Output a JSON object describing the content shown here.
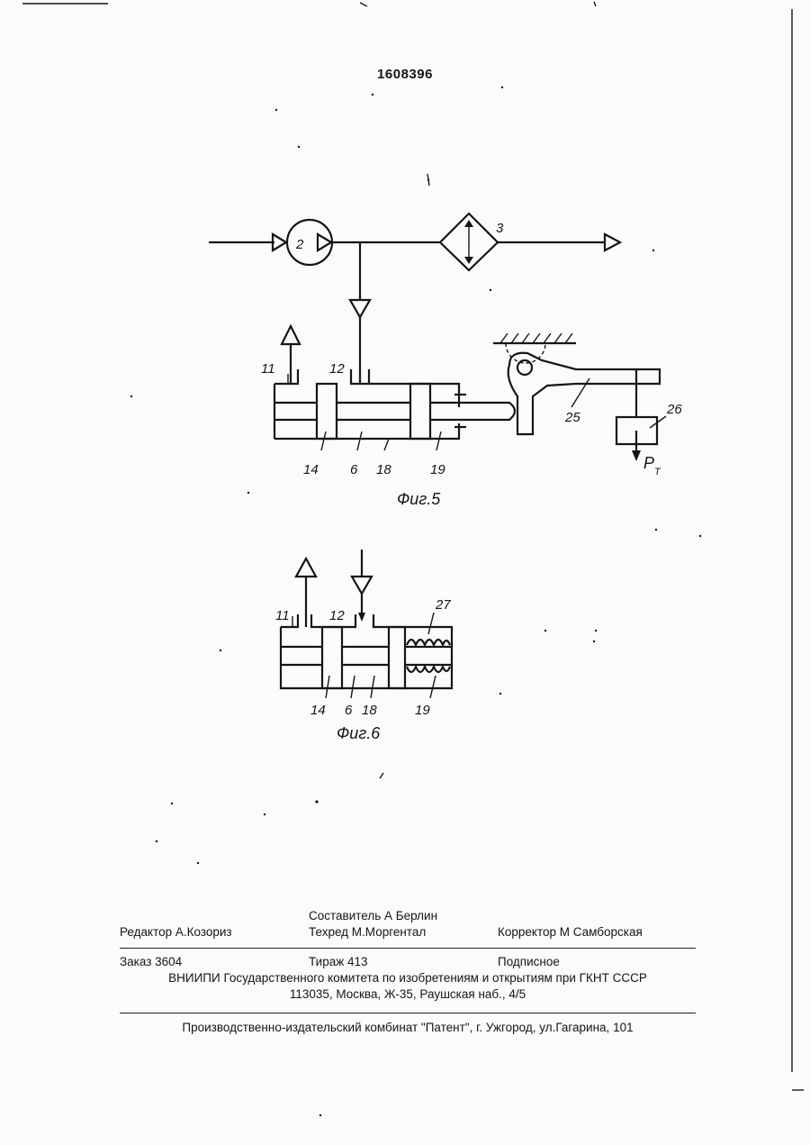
{
  "header": {
    "patent_number": "1608396"
  },
  "figure5": {
    "caption": "Фиг.5",
    "labels": {
      "pump": "2",
      "heat_exchanger": "3",
      "port_a": "11",
      "port_b": "12",
      "part_14": "14",
      "part_6": "6",
      "part_18": "18",
      "part_19": "19",
      "lever": "25",
      "weight": "26",
      "force_p": "P",
      "force_sub": "T"
    }
  },
  "figure6": {
    "caption": "Фиг.6",
    "labels": {
      "port_a": "11",
      "port_b": "12",
      "part_14": "14",
      "part_6": "6",
      "part_18": "18",
      "part_19": "19",
      "spring": "27"
    }
  },
  "footer": {
    "editor": "Редактор  А.Козориз",
    "compiler": "Составитель А Берлин",
    "techred": "Техред М.Моргентал",
    "corrector": "Корректор  М Самборская",
    "order": "Заказ  3604",
    "circulation": "Тираж 413",
    "subscription": "Подписное",
    "org": "ВНИИПИ Государственного комитета по изобретениям и открытиям при ГКНТ СССР",
    "address": "113035, Москва, Ж-35, Раушская наб., 4/5",
    "publisher": "Производственно-издательский комбинат \"Патент\", г. Ужгород, ул.Гагарина, 101"
  }
}
